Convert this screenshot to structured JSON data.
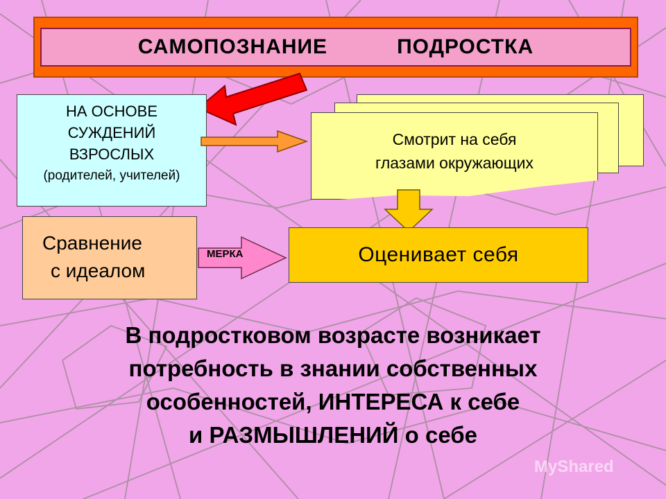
{
  "title": {
    "left": "САМОПОЗНАНИЕ",
    "right": "ПОДРОСТКА"
  },
  "adults_box": {
    "line1": "НА ОСНОВЕ",
    "line2": "СУЖДЕНИЙ",
    "line3": "ВЗРОСЛЫХ",
    "line4": "(родителей, учителей)"
  },
  "looks_box": {
    "line1": "Смотрит на себя",
    "line2": "глазами окружающих"
  },
  "compare_box": {
    "line1": "Сравнение",
    "line2": "с идеалом"
  },
  "merka_label": "МЕРКА",
  "evaluates_box": "Оценивает себя",
  "bottom_text": {
    "line1": "В подростковом возрасте возникает",
    "line2": "потребность в знании собственных",
    "line3": "особенностей, ИНТЕРЕСА к себе",
    "line4": "и РАЗМЫШЛЕНИЙ о себе"
  },
  "watermark": "MyShared",
  "colors": {
    "background": "#f2a6ea",
    "title_frame": "#ff6600",
    "title_fill": "#f4a0ca",
    "adults_fill": "#ccffff",
    "card_fill": "#ffff99",
    "compare_fill": "#ffcc99",
    "evaluate_fill": "#ffcc00",
    "red_arrow": "#ff0000"
  },
  "icons": [
    "red-arrow-icon",
    "orange-arrow-icon",
    "down-arrow-icon",
    "merka-arrow-icon"
  ]
}
